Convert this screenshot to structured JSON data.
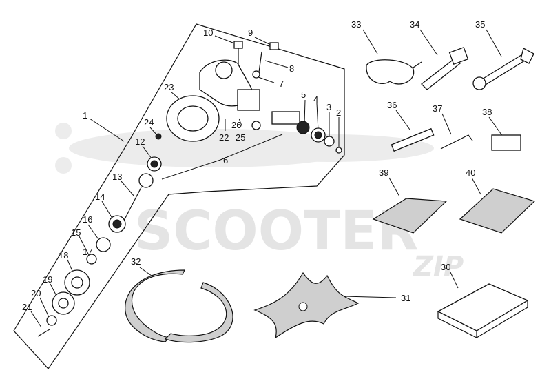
{
  "watermark": {
    "text": "SCOOTER",
    "script_mark": "ZIP"
  },
  "callouts": [
    "1",
    "2",
    "3",
    "4",
    "5",
    "6",
    "7",
    "8",
    "9",
    "10",
    "12",
    "13",
    "14",
    "15",
    "16",
    "17",
    "18",
    "19",
    "20",
    "21",
    "22",
    "23",
    "24",
    "25",
    "26",
    "30",
    "31",
    "32",
    "33",
    "34",
    "35",
    "36",
    "37",
    "38",
    "39",
    "40"
  ],
  "colors": {
    "ink": "#111111",
    "watermark": "#e4e4e4"
  }
}
